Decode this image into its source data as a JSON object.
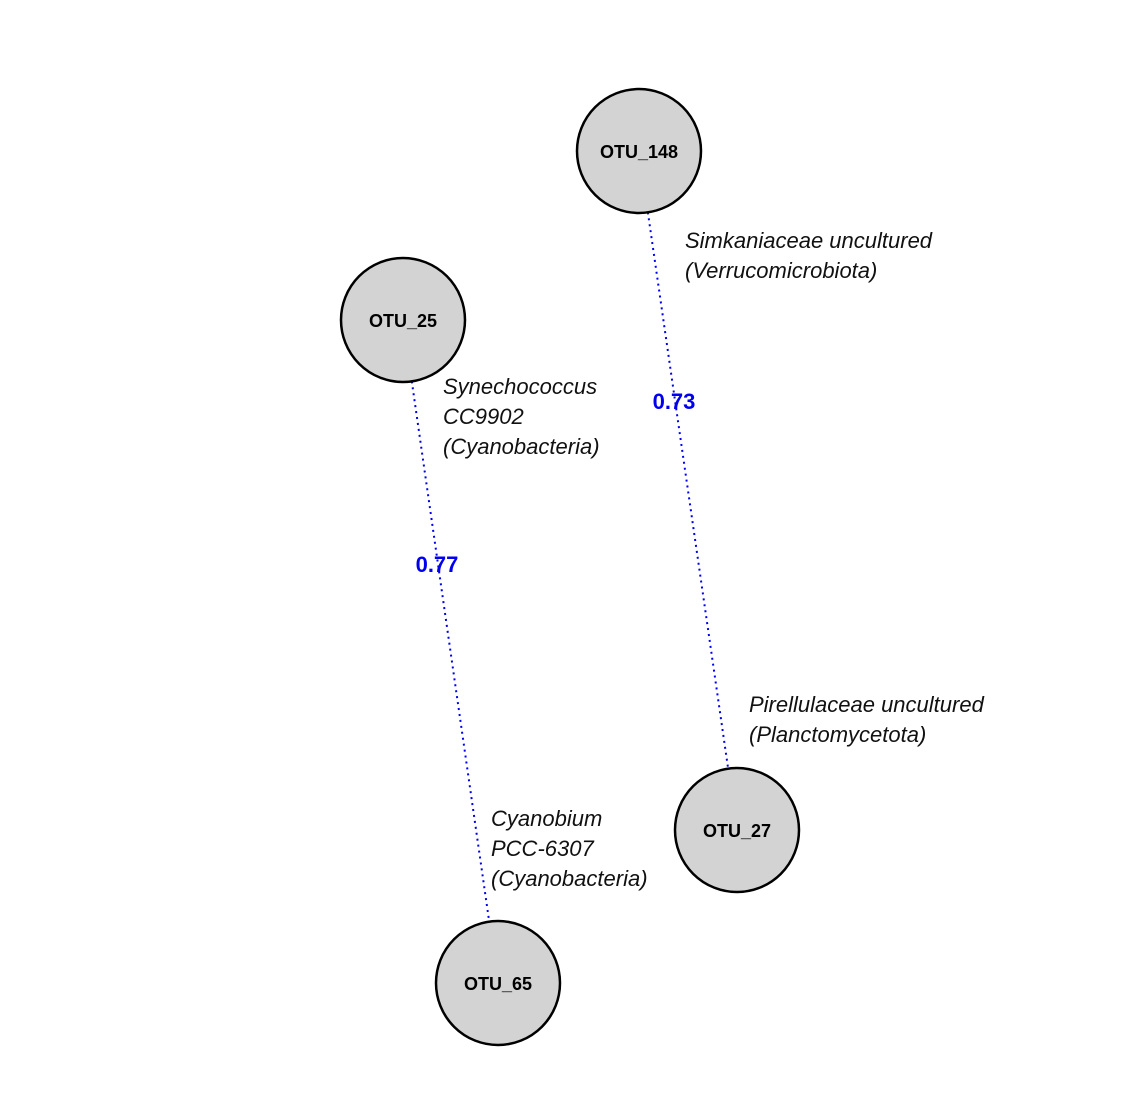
{
  "colors": {
    "node_fill": "#d3d3d3",
    "node_stroke": "#000000",
    "edge": "#0000ee",
    "weight_text": "#0000ee",
    "label_text": "#111111"
  },
  "nodes": [
    {
      "id": "OTU_148",
      "label": "OTU_148",
      "taxon_lines": [
        "Simkaniaceae uncultured",
        "(Verrucomicrobiota)"
      ]
    },
    {
      "id": "OTU_25",
      "label": "OTU_25",
      "taxon_lines": [
        "Synechococcus",
        "CC9902",
        "(Cyanobacteria)"
      ]
    },
    {
      "id": "OTU_27",
      "label": "OTU_27",
      "taxon_lines": [
        "Pirellulaceae uncultured",
        "(Planctomycetota)"
      ]
    },
    {
      "id": "OTU_65",
      "label": "OTU_65",
      "taxon_lines": [
        "Cyanobium",
        "PCC-6307",
        "(Cyanobacteria)"
      ]
    }
  ],
  "edges": [
    {
      "source": "OTU_25",
      "target": "OTU_65",
      "weight": "0.77"
    },
    {
      "source": "OTU_148",
      "target": "OTU_27",
      "weight": "0.73"
    }
  ]
}
